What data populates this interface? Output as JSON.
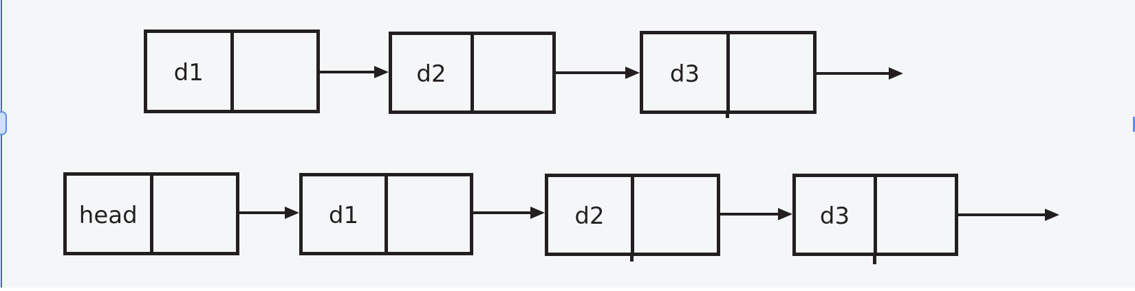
{
  "canvas": {
    "background_color": "#f5f6f8",
    "ink_color": "#231f20",
    "selection_line_color": "#2e6be5",
    "handle_fill": "#cfdefa",
    "handle_border": "#5b8def"
  },
  "diagram": {
    "type": "linked-list",
    "rows": [
      {
        "name": "list-without-head-node",
        "nodes": [
          {
            "label": "d1"
          },
          {
            "label": "d2"
          },
          {
            "label": "d3"
          }
        ],
        "has_trailing_arrow": true
      },
      {
        "name": "list-with-head-node",
        "nodes": [
          {
            "label": "head"
          },
          {
            "label": "d1"
          },
          {
            "label": "d2"
          },
          {
            "label": "d3"
          }
        ],
        "has_trailing_arrow": true
      }
    ]
  }
}
